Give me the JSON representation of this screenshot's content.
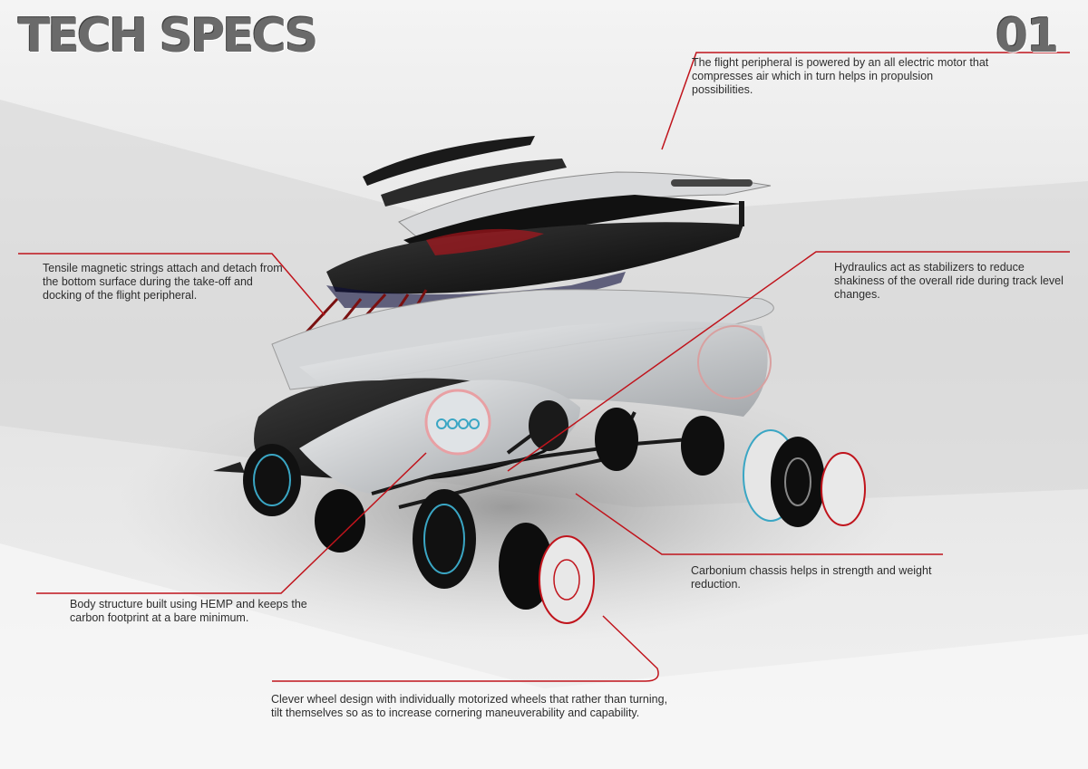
{
  "header": {
    "title": "TECH SPECS",
    "page_number": "01"
  },
  "callouts": {
    "flight": "The flight peripheral is powered by an all electric motor that compresses air which in turn helps in propulsion possibilities.",
    "tensile": "Tensile magnetic strings attach and detach from the bottom surface during the take-off and docking of the flight peripheral.",
    "hydraulics": "Hydraulics act as stabilizers to reduce shakiness of the overall ride during track level changes.",
    "chassis": "Carbonium chassis helps in strength and weight reduction.",
    "body": "Body structure built using HEMP and keeps the carbon footprint at a bare minimum.",
    "wheels": "Clever wheel design with individually motorized wheels that rather than turning, tilt themselves so as to increase cornering maneuverability and capability."
  },
  "colors": {
    "leader_line": "#c0141c",
    "accent_cyan": "#3aa6c4",
    "body_white": "#e4e6e8",
    "dark_panel": "#141414"
  }
}
